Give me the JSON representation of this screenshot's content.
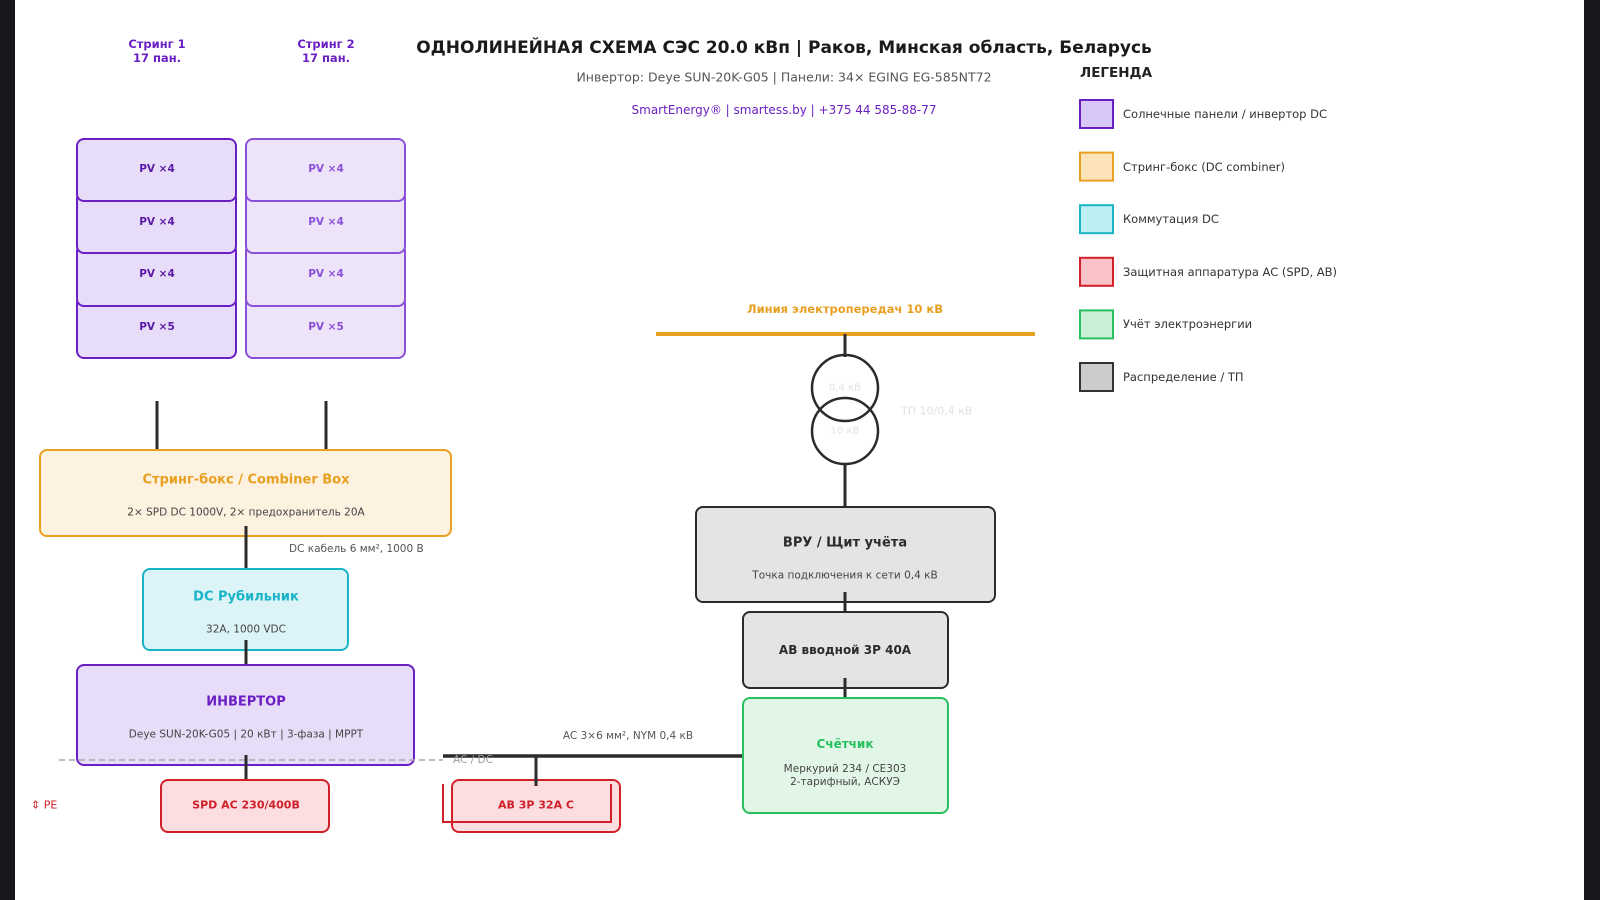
{
  "header": {
    "title": "ОДНОЛИНЕЙНАЯ СХЕМА СЭС 20.0 кВп | Раков, Минская область, Беларусь",
    "subtitle": "Инвертор: Deye SUN-20K-G05 | Панели: 34× EGING EG-585NT72",
    "contact": "SmartEnergy® | smartess.by | +375 44 585-88-77"
  },
  "strings": [
    {
      "title": "Стринг 1",
      "count": "17 пан.",
      "panels": [
        "PV ×4",
        "PV ×4",
        "PV ×4",
        "PV ×5"
      ]
    },
    {
      "title": "Стринг 2",
      "count": "17 пан.",
      "panels": [
        "PV ×4",
        "PV ×4",
        "PV ×4",
        "PV ×5"
      ]
    }
  ],
  "combiner": {
    "title": "Стринг-бокс / Combiner Box",
    "subtitle": "2× SPD DC 1000V, 2× предохранитель 20А"
  },
  "dc_cable": "DC кабель 6 мм², 1000 В",
  "dc_switch": {
    "title": "DC Рубильник",
    "subtitle": "32А, 1000 VDC"
  },
  "inverter": {
    "title": "ИНВЕРТОР",
    "subtitle": "Deye SUN-20K-G05 | 20 кВт | 3-фаза | MPPT"
  },
  "acdc_label": "AC / DC",
  "spd_ac": "SPD AC 230/400В",
  "breaker_ac": "АВ 3Р 32А С",
  "pe_label": "⇕ PE",
  "ac_cable": "AC 3×6 мм², NYM 0,4 кВ",
  "grid_line": "Линия электропередач 10 кВ",
  "transformer": {
    "label": "ТП 10/0,4 кВ",
    "upper": "0,4 кВ",
    "lower": "10 кВ"
  },
  "vru": {
    "title": "ВРУ / Щит учёта",
    "subtitle": "Точка подключения к сети 0,4 кВ"
  },
  "main_breaker": "АВ вводной 3Р 40А",
  "meter": {
    "title": "Счётчик",
    "line1": "Меркурий 234 / CE303",
    "line2": "2-тарифный, АСКУЭ"
  },
  "legend": {
    "title": "ЛЕГЕНДА",
    "items": [
      {
        "label": "Солнечные панели / инвертор DC",
        "fill": "#d8c8f8",
        "stroke": "#6a1fc4"
      },
      {
        "label": "Стринг-бокс (DC combiner)",
        "fill": "#fde3b8",
        "stroke": "#e8a020"
      },
      {
        "label": "Коммутация DC",
        "fill": "#bdeef2",
        "stroke": "#18b4c8"
      },
      {
        "label": "Защитная аппаратура AC (SPD, АВ)",
        "fill": "#f9c2c8",
        "stroke": "#d0202a"
      },
      {
        "label": "Учёт электроэнергии",
        "fill": "#c8f0d4",
        "stroke": "#28c060"
      },
      {
        "label": "Распределение / ТП",
        "fill": "#cccccc",
        "stroke": "#333333"
      }
    ]
  },
  "colors": {
    "purple": "#6a1fc4",
    "orange": "#e8a020",
    "cyan": "#18b4c8",
    "red": "#d0202a",
    "green": "#28c060",
    "dark": "#2b2b2b"
  }
}
